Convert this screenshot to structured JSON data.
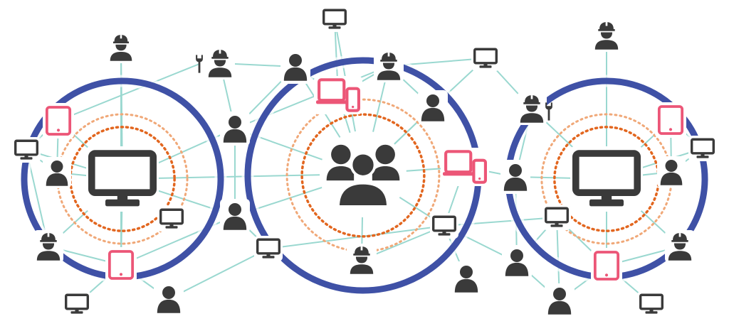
{
  "diagram": {
    "colors": {
      "background": "#ffffff",
      "ring": "#3f51a6",
      "link": "#9ad8d0",
      "dotted_inner": "#e2661f",
      "dotted_outer": "#f0a878",
      "icon": "#3a3a3a",
      "device": "#ec5677"
    },
    "clusters": [
      {
        "id": "left",
        "hub_icon": "monitor-icon"
      },
      {
        "id": "center",
        "hub_icon": "user-group-icon"
      },
      {
        "id": "right",
        "hub_icon": "monitor-icon"
      }
    ],
    "node_icons": [
      "person-icon",
      "worker-icon",
      "worker-with-wrench-icon",
      "monitor-icon",
      "tablet-icon",
      "phone-and-tablet-icon"
    ]
  }
}
